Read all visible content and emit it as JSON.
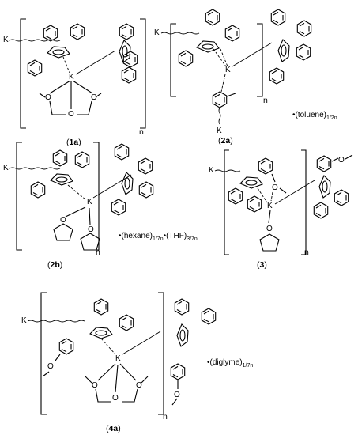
{
  "compounds": {
    "c1a": {
      "label": "1a",
      "metal": "K",
      "oxygen": "O",
      "n": "n"
    },
    "c2a": {
      "label": "2a",
      "metal": "K",
      "n": "n",
      "solvate": "•(toluene)",
      "solvate_sub": "1/2n"
    },
    "c2b": {
      "label": "2b",
      "metal": "K",
      "oxygen": "O",
      "n": "n",
      "solvate_a": "•(hexane)",
      "solvate_a_sub": "1/7n",
      "solvate_b": "•(THF)",
      "solvate_b_sub": "3/7n"
    },
    "c3": {
      "label": "3",
      "metal": "K",
      "oxygen": "O",
      "n": "n"
    },
    "c4a": {
      "label": "4a",
      "metal": "K",
      "oxygen": "O",
      "n": "n",
      "solvate": "•(diglyme)",
      "solvate_sub": "1/7n"
    }
  },
  "paren_open": "(",
  "paren_close": ")"
}
